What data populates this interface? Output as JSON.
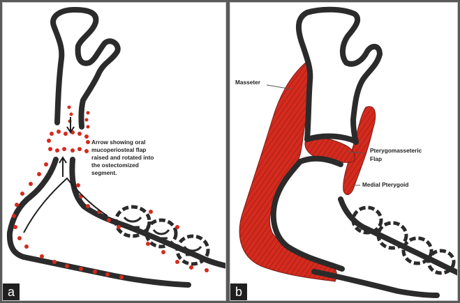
{
  "panel_a": {
    "label": "a",
    "arrow_note_lines": [
      "Arrow showing oral",
      "mucoperiosteal flap",
      "raised and rotated into",
      "the ostectomized",
      "segment."
    ]
  },
  "panel_b": {
    "label": "b",
    "masseter": "Masseter",
    "flap_line1": "Pterygomasseteric",
    "flap_line2": "Flap",
    "medial_pterygoid": "Medial Pterygoid"
  },
  "colors": {
    "bone_outline": "#2b2b2b",
    "muscle": "#d42b1e",
    "mucosa_dots": "#d42b1e",
    "label_bg": "#1f1f1f"
  }
}
